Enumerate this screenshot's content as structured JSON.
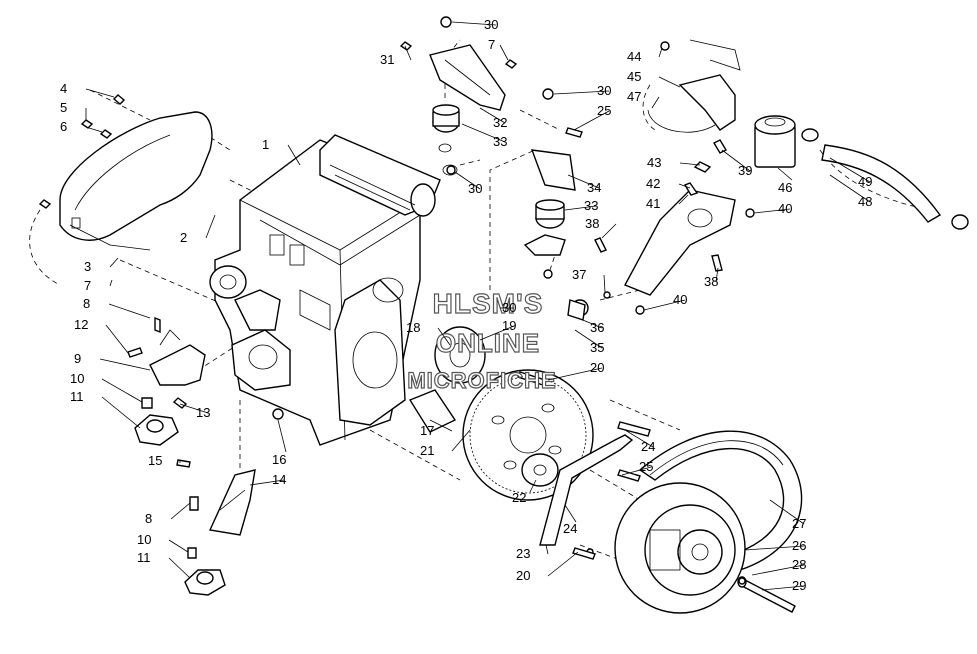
{
  "watermark": {
    "line1": "HLSM'S",
    "line2": "ONLINE",
    "line3": "MICROFICHE"
  },
  "callouts": [
    {
      "id": "c30a",
      "text": "30"
    },
    {
      "id": "c7a",
      "text": "7"
    },
    {
      "id": "c31",
      "text": "31"
    },
    {
      "id": "c44",
      "text": "44"
    },
    {
      "id": "c45",
      "text": "45"
    },
    {
      "id": "c47",
      "text": "47"
    },
    {
      "id": "c4",
      "text": "4"
    },
    {
      "id": "c5",
      "text": "5"
    },
    {
      "id": "c6",
      "text": "6"
    },
    {
      "id": "c30b",
      "text": "30"
    },
    {
      "id": "c25a",
      "text": "25"
    },
    {
      "id": "c32",
      "text": "32"
    },
    {
      "id": "c33a",
      "text": "33"
    },
    {
      "id": "c1",
      "text": "1"
    },
    {
      "id": "c30c",
      "text": "30"
    },
    {
      "id": "c34",
      "text": "34"
    },
    {
      "id": "c43",
      "text": "43"
    },
    {
      "id": "c39",
      "text": "39"
    },
    {
      "id": "c46",
      "text": "46"
    },
    {
      "id": "c49",
      "text": "49"
    },
    {
      "id": "c42",
      "text": "42"
    },
    {
      "id": "c41",
      "text": "41"
    },
    {
      "id": "c40a",
      "text": "40"
    },
    {
      "id": "c48",
      "text": "48"
    },
    {
      "id": "c2",
      "text": "2"
    },
    {
      "id": "c33b",
      "text": "33"
    },
    {
      "id": "c38a",
      "text": "38"
    },
    {
      "id": "c3",
      "text": "3"
    },
    {
      "id": "c7b",
      "text": "7"
    },
    {
      "id": "c37",
      "text": "37"
    },
    {
      "id": "c38b",
      "text": "38"
    },
    {
      "id": "c40b",
      "text": "40"
    },
    {
      "id": "c8a",
      "text": "8"
    },
    {
      "id": "c30d",
      "text": "30"
    },
    {
      "id": "c12",
      "text": "12"
    },
    {
      "id": "c18",
      "text": "18"
    },
    {
      "id": "c19",
      "text": "19"
    },
    {
      "id": "c36",
      "text": "36"
    },
    {
      "id": "c35",
      "text": "35"
    },
    {
      "id": "c9",
      "text": "9"
    },
    {
      "id": "c20a",
      "text": "20"
    },
    {
      "id": "c10a",
      "text": "10"
    },
    {
      "id": "c13",
      "text": "13"
    },
    {
      "id": "c11a",
      "text": "11"
    },
    {
      "id": "c17",
      "text": "17"
    },
    {
      "id": "c21",
      "text": "21"
    },
    {
      "id": "c24a",
      "text": "24"
    },
    {
      "id": "c15",
      "text": "15"
    },
    {
      "id": "c16",
      "text": "16"
    },
    {
      "id": "c25b",
      "text": "25"
    },
    {
      "id": "c14",
      "text": "14"
    },
    {
      "id": "c22",
      "text": "22"
    },
    {
      "id": "c8b",
      "text": "8"
    },
    {
      "id": "c24b",
      "text": "24"
    },
    {
      "id": "c27",
      "text": "27"
    },
    {
      "id": "c10b",
      "text": "10"
    },
    {
      "id": "c26",
      "text": "26"
    },
    {
      "id": "c23",
      "text": "23"
    },
    {
      "id": "c11b",
      "text": "11"
    },
    {
      "id": "c28",
      "text": "28"
    },
    {
      "id": "c20b",
      "text": "20"
    },
    {
      "id": "c29",
      "text": "29"
    }
  ]
}
